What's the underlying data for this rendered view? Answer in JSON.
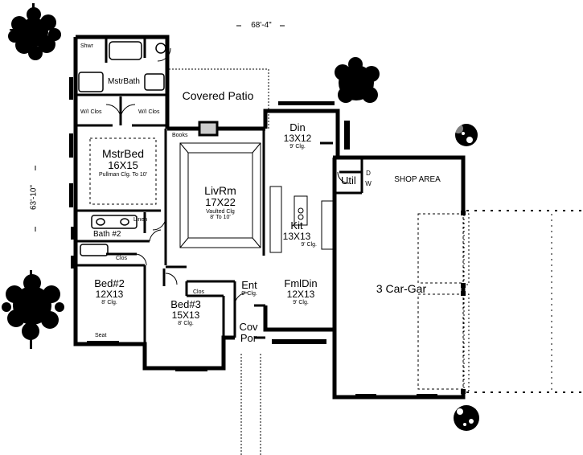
{
  "dimensions": {
    "width": "68'-4\"",
    "depth": "63'-10\""
  },
  "rooms": {
    "shwr": "Shwr",
    "mstr_bath": "MstrBath",
    "wi_clos_left": "W/I Clos",
    "wi_clos_right": "W/I Clos",
    "covered_patio": "Covered Patio",
    "books": "Books",
    "din": {
      "name": "Din",
      "size": "13X12",
      "note": "9' Clg."
    },
    "mstr_bed": {
      "name": "MstrBed",
      "size": "16X15",
      "note": "Pullman Clg. To 10'"
    },
    "liv_rm": {
      "name": "LivRm",
      "size": "17X22",
      "note1": "Vaulted Clg",
      "note2": "8' To 10'"
    },
    "util": "Util",
    "dw": "D W",
    "shop_area": "SHOP AREA",
    "kit": {
      "name": "Kit",
      "size": "13X13",
      "note": "9' Clg."
    },
    "bath2": "Bath #2",
    "linen": "Linen",
    "clos_a": "Clos",
    "clos_b": "Clos",
    "bed2": {
      "name": "Bed#2",
      "size": "12X13",
      "note": "8' Clg."
    },
    "bed3": {
      "name": "Bed#3",
      "size": "15X13",
      "note": "8' Clg."
    },
    "seat": "Seat",
    "ent": {
      "name": "Ent",
      "note": "9' Clg."
    },
    "fml_din": {
      "name": "FmlDin",
      "size": "12X13",
      "note": "9' Clg."
    },
    "garage": "3 Car-Gar",
    "cov_por": {
      "line1": "Cov",
      "line2": "Por"
    }
  },
  "icons": [
    "tree-icon",
    "shrub-icon",
    "door-swing-icon"
  ]
}
